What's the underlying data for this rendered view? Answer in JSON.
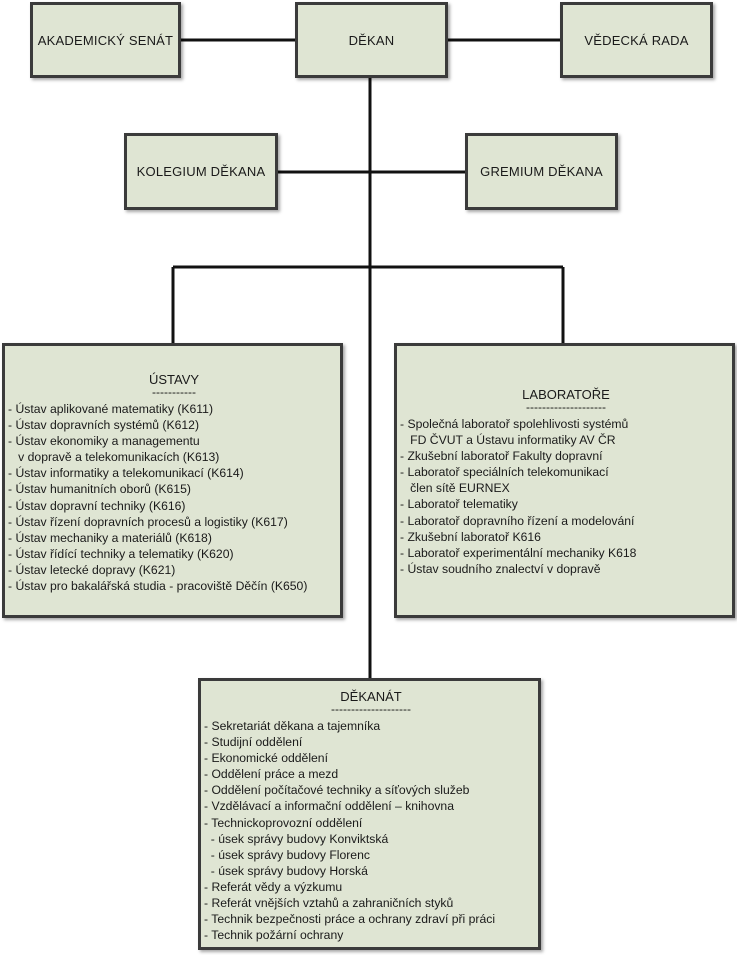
{
  "top": {
    "senat": "AKADEMICKÝ SENÁT",
    "dekan": "DĚKAN",
    "rada": "VĚDECKÁ RADA"
  },
  "middle": {
    "kolegium": "KOLEGIUM DĚKANA",
    "gremium": "GREMIUM DĚKANA"
  },
  "ustavy": {
    "title": "ÚSTAVY",
    "separator": "-----------",
    "items": [
      "- Ústav aplikované matematiky (K611)",
      "- Ústav dopravních systémů (K612)",
      "- Ústav ekonomiky a managementu",
      "   v dopravě a telekomunikacích (K613)",
      "- Ústav informatiky a telekomunikací (K614)",
      "- Ústav humanitních oborů (K615)",
      "- Ústav dopravní techniky (K616)",
      "- Ústav řízení dopravních procesů a logistiky (K617)",
      "- Ústav mechaniky a materiálů (K618)",
      "- Ústav řídící techniky a telematiky (K620)",
      "- Ústav letecké dopravy (K621)",
      "- Ústav pro bakalářská studia - pracoviště Děčín (K650)"
    ]
  },
  "laboratore": {
    "title": "LABORATOŘE",
    "separator": "--------------------",
    "items": [
      "- Společná laboratoř spolehlivosti systémů",
      "   FD ČVUT a Ústavu informatiky AV ČR",
      "- Zkušební laboratoř Fakulty dopravní",
      "- Laboratoř speciálních telekomunikací",
      "   člen sítě EURNEX",
      "- Laboratoř telematiky",
      "- Laboratoř dopravního řízení a modelování",
      "- Zkušební laboratoř K616",
      "- Laboratoř experimentální mechaniky K618",
      "- Ústav soudního znalectví v dopravě"
    ]
  },
  "dekanat": {
    "title": "DĚKANÁT",
    "separator": "--------------------",
    "items": [
      "- Sekretariát děkana a tajemníka",
      "- Studijní oddělení",
      "- Ekonomické oddělení",
      "- Oddělení práce a mezd",
      "- Oddělení počítačové techniky a síťových služeb",
      "- Vzdělávací a informační oddělení – knihovna",
      "- Technickoprovozní oddělení",
      "  - úsek správy budovy Konviktská",
      "  - úsek správy budovy Florenc",
      "  - úsek správy budovy Horská",
      "- Referát vědy a výzkumu",
      "- Referát vnějších vztahů a zahraničních styků",
      "- Technik bezpečnosti práce a ochrany zdraví při práci",
      "- Technik požární ochrany"
    ]
  }
}
